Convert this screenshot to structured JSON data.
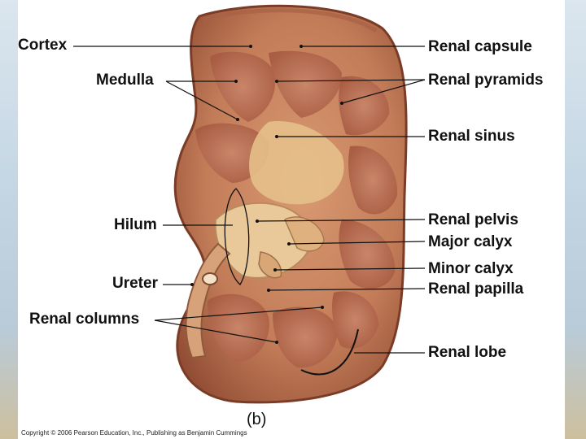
{
  "labels": {
    "cortex": "Cortex",
    "medulla": "Medulla",
    "hilum": "Hilum",
    "ureter": "Ureter",
    "renal_columns": "Renal columns",
    "renal_capsule": "Renal capsule",
    "renal_pyramids": "Renal pyramids",
    "renal_sinus": "Renal sinus",
    "renal_pelvis": "Renal pelvis",
    "major_calyx": "Major calyx",
    "minor_calyx": "Minor calyx",
    "renal_papilla": "Renal papilla",
    "renal_lobe": "Renal lobe"
  },
  "caption": "(b)",
  "copyright": "Copyright © 2006 Pearson Education, Inc., Publishing as Benjamin Cummings",
  "colors": {
    "cortex": "#c8835e",
    "medulla": "#b5674a",
    "sinus_fat": "#e8c48a",
    "capsule": "#8a4a33",
    "leader_line": "#111111"
  }
}
